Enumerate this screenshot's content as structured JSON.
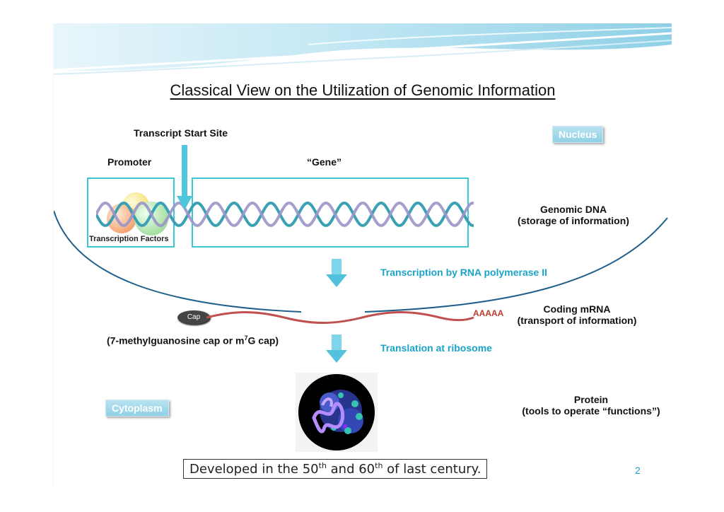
{
  "title": "Classical View on the Utilization of Genomic Information",
  "labels": {
    "transcript_start_site": "Transcript Start Site",
    "promoter": "Promoter",
    "gene": "“Gene”",
    "transcription_factors": "Transcription Factors",
    "genomic_dna_line1": "Genomic DNA",
    "genomic_dna_line2": "(storage of information)",
    "transcription_step": "Transcription by RNA polymerase II",
    "coding_mrna_line1": "Coding mRNA",
    "coding_mrna_line2": "(transport of information)",
    "cap": "Cap",
    "poly_a": "AAAAA",
    "cap_note_pre": "(7-methylguanosine cap or m",
    "cap_note_sup": "7",
    "cap_note_post": "G cap)",
    "translation_step": "Translation at ribosome",
    "protein_line1": "Protein",
    "protein_line2": "(tools to operate “functions”)"
  },
  "badges": {
    "nucleus": "Nucleus",
    "cytoplasm": "Cytoplasm"
  },
  "footer": {
    "text1": "Developed in the 50",
    "sup1": "th",
    "text2": " and 60",
    "sup2": "th",
    "text3": " of last century."
  },
  "page_number": "2",
  "colors": {
    "accent": "#1aa3c9",
    "dna_strand_a": "#3aa0b3",
    "dna_strand_b": "#9b95c9",
    "mrna": "#c0504d",
    "box": "#3cc7d6"
  }
}
